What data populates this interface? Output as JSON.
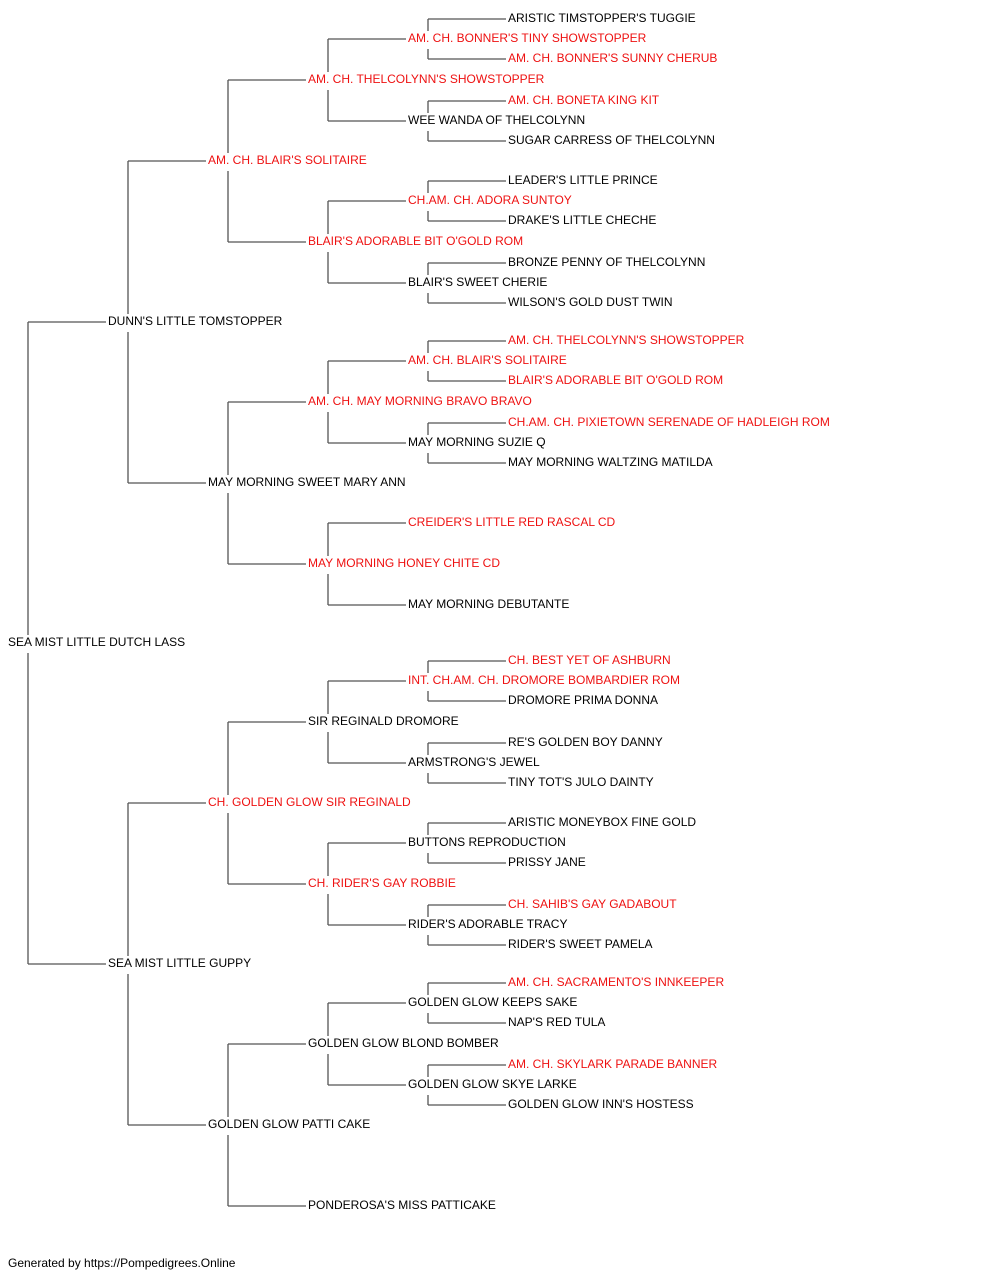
{
  "colors": {
    "line": "#555555",
    "normal": "#000000",
    "champion": "#ee1111"
  },
  "pedigree": {
    "name": "SEA MIST LITTLE DUTCH LASS",
    "ch": false,
    "sire": {
      "name": "DUNN'S LITTLE TOMSTOPPER",
      "ch": false,
      "sire": {
        "name": "AM. CH. BLAIR'S SOLITAIRE",
        "ch": true,
        "sire": {
          "name": "AM. CH. THELCOLYNN'S SHOWSTOPPER",
          "ch": true,
          "sire": {
            "name": "AM. CH. BONNER'S TINY SHOWSTOPPER",
            "ch": true,
            "sire": {
              "name": "ARISTIC TIMSTOPPER'S TUGGIE",
              "ch": false
            },
            "dam": {
              "name": "AM. CH. BONNER'S SUNNY CHERUB",
              "ch": true
            }
          },
          "dam": {
            "name": "WEE WANDA OF THELCOLYNN",
            "ch": false,
            "sire": {
              "name": "AM. CH. BONETA KING KIT",
              "ch": true
            },
            "dam": {
              "name": "SUGAR CARRESS OF THELCOLYNN",
              "ch": false
            }
          }
        },
        "dam": {
          "name": "BLAIR'S ADORABLE BIT O'GOLD ROM",
          "ch": true,
          "sire": {
            "name": "CH.AM. CH. ADORA SUNTOY",
            "ch": true,
            "sire": {
              "name": "LEADER'S LITTLE PRINCE",
              "ch": false
            },
            "dam": {
              "name": "DRAKE'S LITTLE CHECHE",
              "ch": false
            }
          },
          "dam": {
            "name": "BLAIR'S SWEET CHERIE",
            "ch": false,
            "sire": {
              "name": "BRONZE PENNY OF THELCOLYNN",
              "ch": false
            },
            "dam": {
              "name": "WILSON'S GOLD DUST TWIN",
              "ch": false
            }
          }
        }
      },
      "dam": {
        "name": "MAY MORNING SWEET MARY ANN",
        "ch": false,
        "sire": {
          "name": "AM. CH. MAY MORNING BRAVO BRAVO",
          "ch": true,
          "sire": {
            "name": "AM. CH. BLAIR'S SOLITAIRE",
            "ch": true,
            "sire": {
              "name": "AM. CH. THELCOLYNN'S SHOWSTOPPER",
              "ch": true
            },
            "dam": {
              "name": "BLAIR'S ADORABLE BIT O'GOLD ROM",
              "ch": true
            }
          },
          "dam": {
            "name": "MAY MORNING SUZIE Q",
            "ch": false,
            "sire": {
              "name": "CH.AM. CH. PIXIETOWN SERENADE OF HADLEIGH ROM",
              "ch": true
            },
            "dam": {
              "name": "MAY MORNING WALTZING MATILDA",
              "ch": false
            }
          }
        },
        "dam": {
          "name": "MAY MORNING HONEY CHITE CD",
          "ch": true,
          "sire": {
            "name": "CREIDER'S LITTLE RED RASCAL CD",
            "ch": true
          },
          "dam": {
            "name": "MAY MORNING DEBUTANTE",
            "ch": false
          }
        }
      }
    },
    "dam": {
      "name": "SEA MIST LITTLE GUPPY",
      "ch": false,
      "sire": {
        "name": "CH. GOLDEN GLOW SIR REGINALD",
        "ch": true,
        "sire": {
          "name": "SIR REGINALD DROMORE",
          "ch": false,
          "sire": {
            "name": "INT. CH.AM. CH. DROMORE BOMBARDIER ROM",
            "ch": true,
            "sire": {
              "name": "CH. BEST YET OF ASHBURN",
              "ch": true
            },
            "dam": {
              "name": "DROMORE PRIMA DONNA",
              "ch": false
            }
          },
          "dam": {
            "name": "ARMSTRONG'S JEWEL",
            "ch": false,
            "sire": {
              "name": "RE'S GOLDEN BOY DANNY",
              "ch": false
            },
            "dam": {
              "name": "TINY TOT'S JULO DAINTY",
              "ch": false
            }
          }
        },
        "dam": {
          "name": "CH. RIDER'S GAY ROBBIE",
          "ch": true,
          "sire": {
            "name": "BUTTONS REPRODUCTION",
            "ch": false,
            "sire": {
              "name": "ARISTIC MONEYBOX FINE GOLD",
              "ch": false
            },
            "dam": {
              "name": "PRISSY JANE",
              "ch": false
            }
          },
          "dam": {
            "name": "RIDER'S ADORABLE TRACY",
            "ch": false,
            "sire": {
              "name": "CH. SAHIB'S GAY GADABOUT",
              "ch": true
            },
            "dam": {
              "name": "RIDER'S SWEET PAMELA",
              "ch": false
            }
          }
        }
      },
      "dam": {
        "name": "GOLDEN GLOW PATTI CAKE",
        "ch": false,
        "sire": {
          "name": "GOLDEN GLOW BLOND BOMBER",
          "ch": false,
          "sire": {
            "name": "GOLDEN GLOW KEEPS SAKE",
            "ch": false,
            "sire": {
              "name": "AM. CH. SACRAMENTO'S INNKEEPER",
              "ch": true
            },
            "dam": {
              "name": "NAP'S RED TULA",
              "ch": false
            }
          },
          "dam": {
            "name": "GOLDEN GLOW SKYE LARKE",
            "ch": false,
            "sire": {
              "name": "AM. CH. SKYLARK PARADE BANNER",
              "ch": true
            },
            "dam": {
              "name": "GOLDEN GLOW INN'S HOSTESS",
              "ch": false
            }
          }
        },
        "dam": {
          "name": "PONDEROSA'S MISS PATTICAKE",
          "ch": false
        }
      }
    }
  },
  "footer": "Generated by https://Pompedigrees.Online"
}
